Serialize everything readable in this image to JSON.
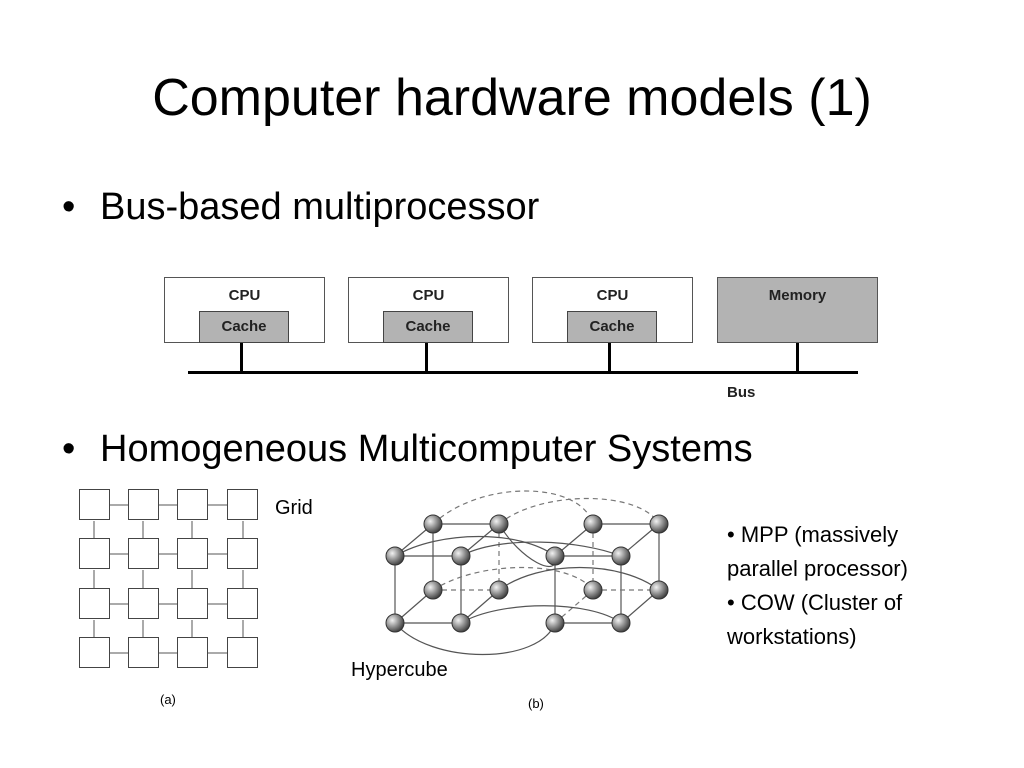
{
  "slide": {
    "title": "Computer hardware models (1)"
  },
  "bullets": {
    "bus_based": "Bus-based multiprocessor",
    "homogeneous": "Homogeneous Multicomputer Systems",
    "marker": "•"
  },
  "bus_diagram": {
    "blocks": [
      {
        "label": "CPU",
        "cache": "Cache"
      },
      {
        "label": "CPU",
        "cache": "Cache"
      },
      {
        "label": "CPU",
        "cache": "Cache"
      },
      {
        "label": "Memory"
      }
    ],
    "bus_label": "Bus"
  },
  "grid_diagram": {
    "label": "Grid",
    "caption": "(a)",
    "rows": 4,
    "cols": 4
  },
  "hypercube_diagram": {
    "label": "Hypercube",
    "caption": "(b)",
    "node_count": 16
  },
  "side_notes": {
    "line1": "• MPP (massively",
    "line2": "parallel processor)",
    "line3": "• COW (Cluster of",
    "line4": "workstations)"
  }
}
